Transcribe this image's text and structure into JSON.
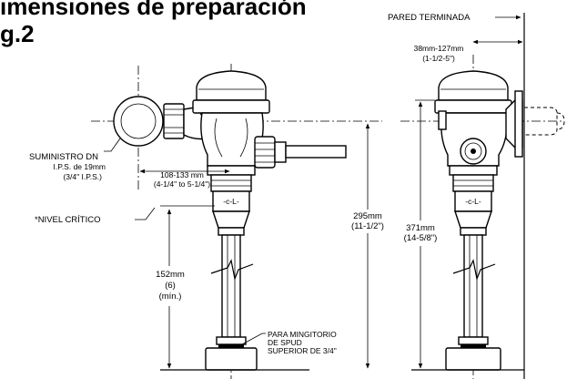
{
  "title": {
    "line1": "imensiones de preparación",
    "line2": "g.2"
  },
  "labels": {
    "finished_wall": "PARED TERMINADA",
    "supply_line1": "SUMINISTRO DN",
    "supply_line2": "I.P.S. de  19mm",
    "supply_line3": "(3/4\" I.P.S.)",
    "critical_level": "*NIVEL CRÍTICO",
    "offset_range_mm": "108-133 mm",
    "offset_range_in": "(4-1/4\" to 5-1/4\")",
    "height_295_mm": "295mm",
    "height_295_in": "(11-1/2\")",
    "height_152_mm": "152mm",
    "height_152_in": "(6)",
    "height_152_note": "(mín.)",
    "height_371_mm": "371mm",
    "height_371_in": "(14-5/8\")",
    "wall_range_mm": "38mm-127mm",
    "wall_range_in": "(1-1/2-5\")",
    "spud_line1": "PARA MINGITORIO",
    "spud_line2": "DE SPUD",
    "spud_line3": "SUPERIOR DE 3/4\"",
    "cl_left": "-c-L-",
    "cl_right": "-c-L-"
  }
}
